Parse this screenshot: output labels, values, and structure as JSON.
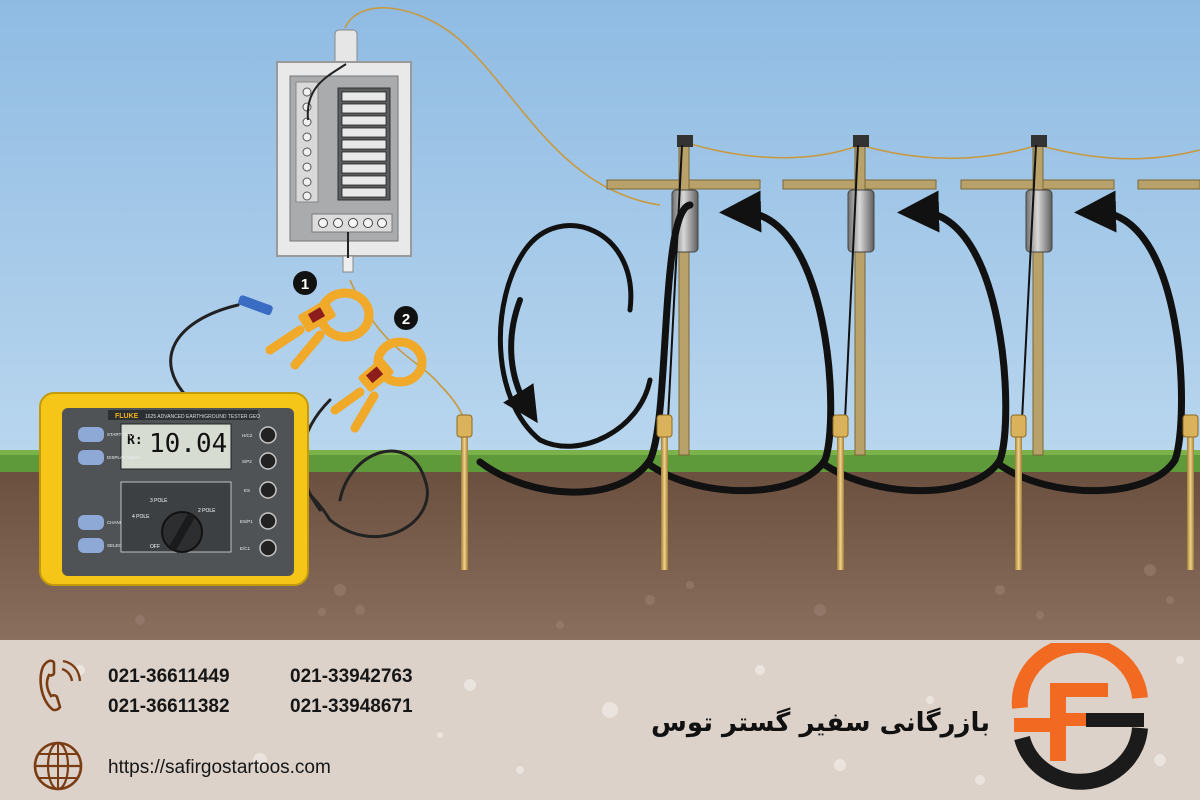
{
  "diagram": {
    "clamp_markers": [
      "1",
      "2"
    ],
    "meter": {
      "brand": "FLUKE",
      "model": "1625 ADVANCED EARTH/GROUND TESTER GEO",
      "reading_prefix": "R:",
      "reading": "10.04",
      "left_buttons": [
        "START TEST",
        "DISPLAY MENU",
        "CHANGE ITEM",
        "SELECT"
      ],
      "dial_labels": [
        "3 POLE",
        "4 POLE",
        "2 POLE",
        "OFF"
      ],
      "right_terminals": [
        "H/C2",
        "S/P2",
        "ES",
        "ES/P1",
        "E/C1"
      ]
    }
  },
  "footer": {
    "phones": [
      "021-36611449",
      "021-36611382",
      "021-33942763",
      "021-33948671"
    ],
    "website": "https://safirgostartoos.com",
    "company_name": "بازرگانی سفیر گستر توس",
    "colors": {
      "logo_orange": "#f26a21",
      "logo_dark": "#1b1b1b",
      "footer_bg": "#dcd2ca"
    },
    "icons": [
      "phone-icon",
      "globe-icon"
    ]
  }
}
